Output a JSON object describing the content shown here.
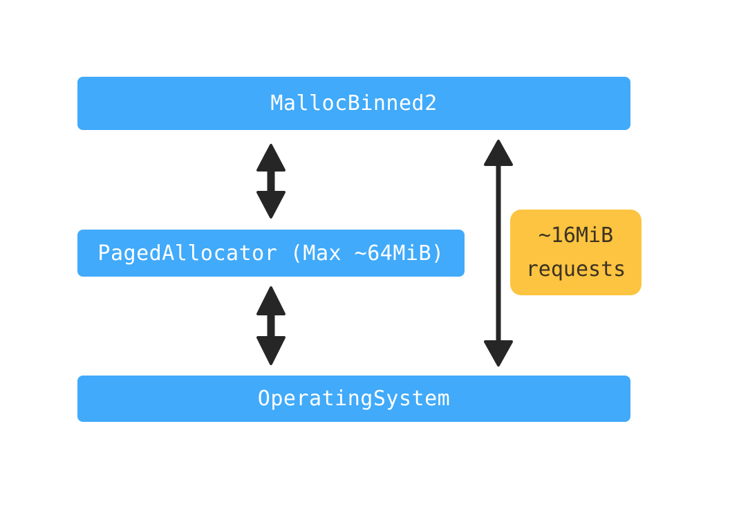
{
  "diagram": {
    "type": "architecture-diagram",
    "nodes": {
      "malloc_binned2": {
        "label": "MallocBinned2"
      },
      "paged_allocator": {
        "label": "PagedAllocator (Max ~64MiB)"
      },
      "operating_system": {
        "label": "OperatingSystem"
      },
      "requests_note": {
        "line1": "~16MiB",
        "line2": "requests"
      }
    },
    "arrows": [
      {
        "name": "mallocbinned2-pagedallocator",
        "style": "double-headed-vertical"
      },
      {
        "name": "pagedallocator-operatingsystem",
        "style": "double-headed-vertical"
      },
      {
        "name": "mallocbinned2-operatingsystem",
        "style": "double-headed-vertical-long"
      }
    ],
    "colors": {
      "background": "#ffffff",
      "node_fill_blue": "#41aafa",
      "node_fill_yellow": "#fcc440",
      "node_text_light": "#ffffff",
      "node_text_dark": "#3b3222",
      "arrow": "#262626"
    }
  }
}
